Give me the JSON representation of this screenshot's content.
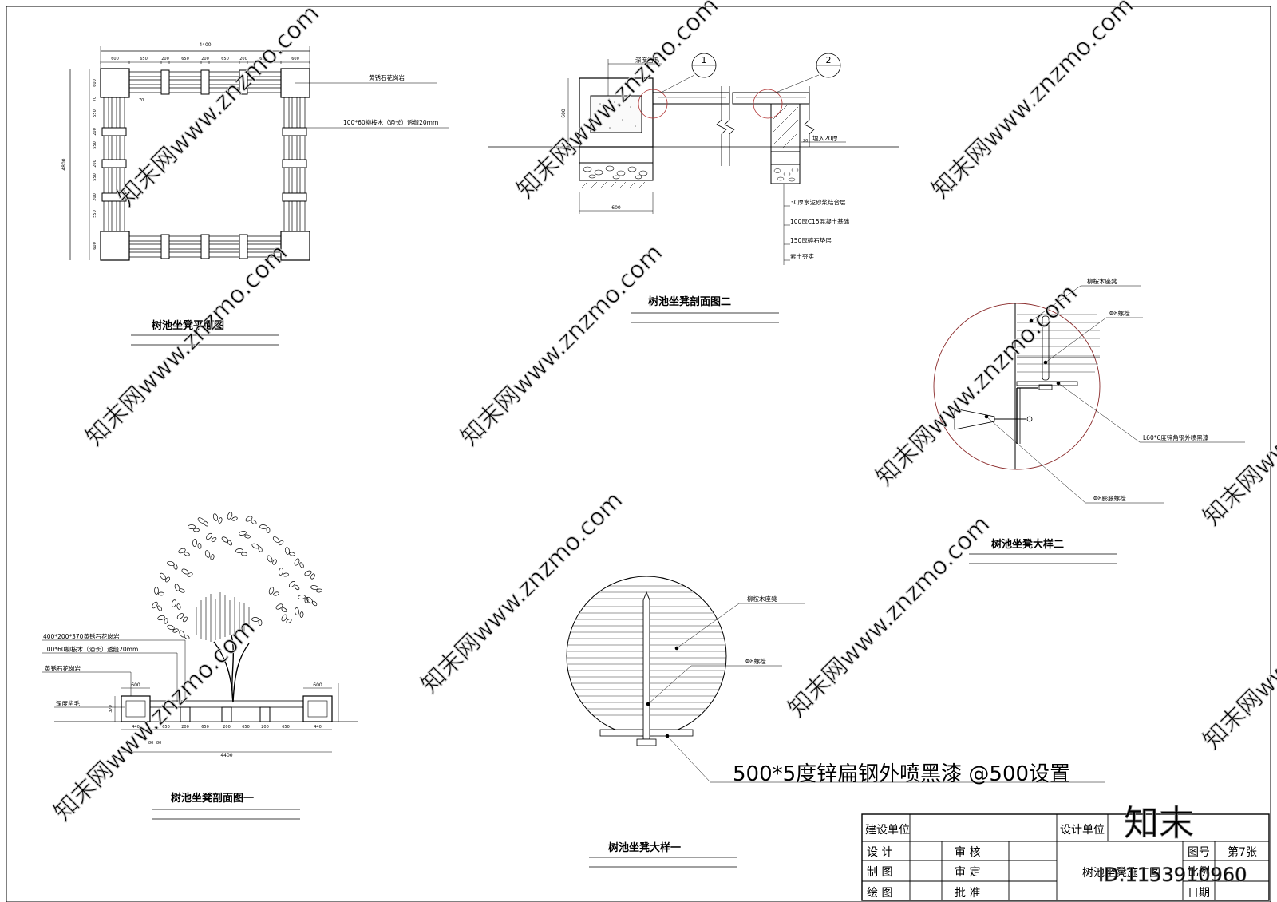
{
  "titles": {
    "plan": "树池坐凳平面图",
    "section2": "树池坐凳剖面图二",
    "detail2": "树池坐凳大样二",
    "section1": "树池坐凳剖面图一",
    "detail1": "树池坐凳大样一"
  },
  "plan": {
    "dim_total_w": "4400",
    "dim_total_h": "4800",
    "dims_top": [
      "600",
      "650",
      "200",
      "650",
      "200",
      "650",
      "200",
      "650",
      "600"
    ],
    "dims_left": [
      "600",
      "70",
      "550",
      "200",
      "550",
      "200",
      "550",
      "200",
      "550",
      "600"
    ],
    "dim_inner": "70",
    "label_granite": "黄锈石花岗岩",
    "label_wood": "100*60柳桉木（通长）透缝20mm"
  },
  "section2": {
    "label_finish": "深度凿毛",
    "callout_1": "1",
    "callout_2": "2",
    "dim_height": "600",
    "dim_width": "600",
    "label_embed": "埋入20厚",
    "dim_embed": "20",
    "layers": [
      "30厚水泥砂浆结合层",
      "100厚C15混凝土基础",
      "150厚碎石垫层",
      "素土夯实"
    ]
  },
  "detail2": {
    "label_seat": "柳桉木座凳",
    "label_bolt": "Φ8螺栓",
    "label_angle": "L60*6度锌角钢外喷黑漆",
    "label_expansion": "Φ8膨胀螺栓"
  },
  "section1": {
    "label_stone": "400*200*370黄锈石花岗岩",
    "label_wood": "100*60柳桉木（通长）透缝20mm",
    "label_granite": "黄锈石花岗岩",
    "label_finish": "深度凿毛",
    "dims_bottom": [
      "440",
      "650",
      "200",
      "650",
      "200",
      "650",
      "200",
      "650",
      "440"
    ],
    "dim_small": [
      "80",
      "80"
    ],
    "dim_600_l": "600",
    "dim_600_r": "600",
    "dim_height": "370",
    "dim_total": "4400"
  },
  "detail1": {
    "label_seat": "柳桉木座凳",
    "label_bolt": "Φ8螺栓",
    "label_flat": "500*5度锌扁钢外喷黑漆 @500设置"
  },
  "titleblock": {
    "build_unit": "建设单位",
    "design_unit": "设计单位",
    "design": "设 计",
    "review": "审 核",
    "drawing": "制 图",
    "approve_check": "审 定",
    "draft": "绘 图",
    "approve": "批 准",
    "drawing_no": "图号",
    "sheet": "第7张",
    "drawing_name": "树池坐凳施工图",
    "scale": "比例",
    "date": "日期"
  },
  "watermark": {
    "site": "www.znzmo.com",
    "brand": "知末网",
    "logo": "知末",
    "id": "ID:1153910960"
  }
}
